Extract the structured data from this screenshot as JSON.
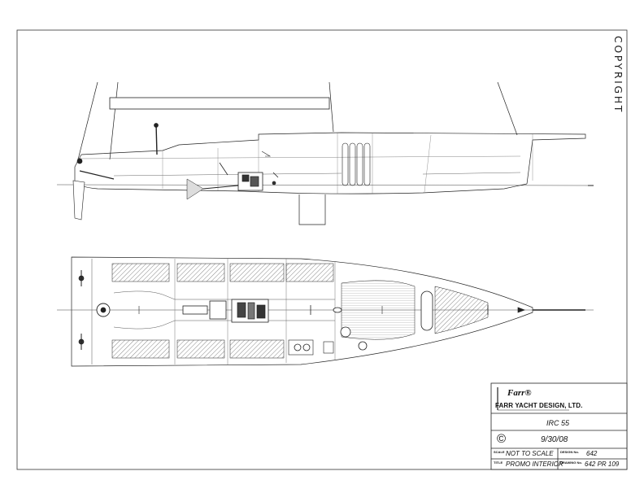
{
  "copyright_label": "COPYRIGHT",
  "title_block": {
    "logo": "Farr®",
    "firm": "FARR YACHT DESIGN, LTD.",
    "project": "IRC 55",
    "copyright_symbol": "©",
    "date": "9/30/08",
    "scale_label": "SCALE",
    "scale_value": "NOT TO SCALE",
    "title_label": "TITLE",
    "title_value": "PROMO INTERIOR",
    "design_no_label": "DESIGN No.",
    "design_no_value": "642",
    "drawing_no_label": "DRAWING No.",
    "drawing_no_value": "642 PR 109"
  }
}
